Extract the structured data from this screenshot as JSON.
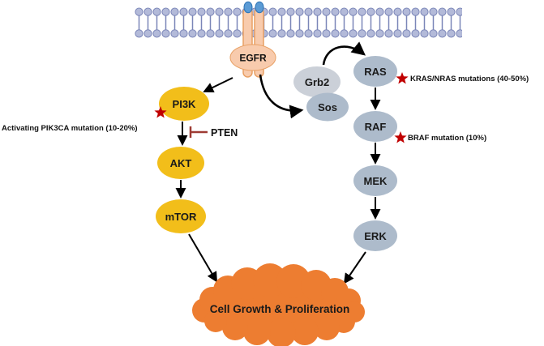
{
  "receptor": {
    "label": "EGFR"
  },
  "adapters": {
    "grb2": {
      "label": "Grb2"
    },
    "sos": {
      "label": "Sos"
    }
  },
  "pi3k_axis": {
    "nodes": [
      {
        "label": "PI3K"
      },
      {
        "label": "AKT"
      },
      {
        "label": "mTOR"
      }
    ],
    "inhibitor": {
      "label": "PTEN"
    },
    "mutation_note": "Activating PIK3CA mutation (10-20%)"
  },
  "mapk_axis": {
    "nodes": [
      {
        "label": "RAS"
      },
      {
        "label": "RAF"
      },
      {
        "label": "MEK"
      },
      {
        "label": "ERK"
      }
    ],
    "mutation_notes": [
      "KRAS/NRAS mutations (40-50%)",
      "BRAF mutation (10%)"
    ]
  },
  "outcome": {
    "label": "Cell Growth & Proliferation"
  },
  "colors": {
    "pi3k_axis_fill": "#F2BE1A",
    "mapk_axis_fill": "#ADBBCB",
    "grb2_fill": "#CBD0D8",
    "receptor_fill": "#F8CBAD",
    "receptor_stroke": "#E8A064",
    "ligand_fill": "#5B9BD5",
    "membrane_fill": "#B3BAD9",
    "membrane_stroke": "#7B86B8",
    "cloud_fill": "#ED7D31",
    "star_fill": "#C00000",
    "inhibit_stroke": "#9E3B33",
    "arrow_color": "#000000"
  }
}
